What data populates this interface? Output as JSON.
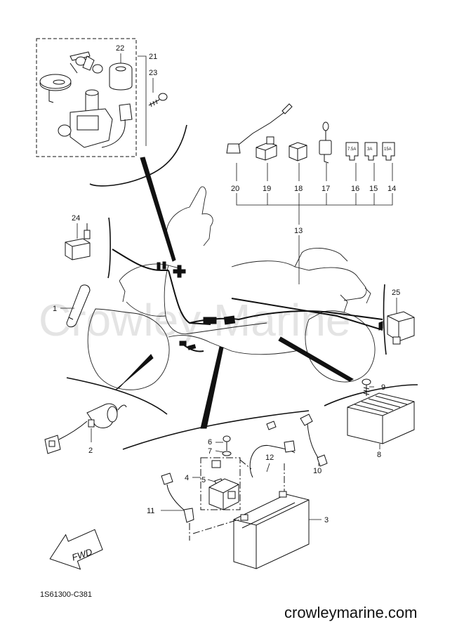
{
  "diagram": {
    "watermark": "Crowley Marine",
    "drawing_code": "1S61300-C381",
    "site": "crowleymarine.com",
    "direction_label": "FWD",
    "fuse_ratings": [
      "7.5A",
      "3A",
      "15A"
    ],
    "callouts": {
      "c1": "1",
      "c2": "2",
      "c3": "3",
      "c4": "4",
      "c5": "5",
      "c6": "6",
      "c7": "7",
      "c8": "8",
      "c9": "9",
      "c10": "10",
      "c11": "11",
      "c12": "12",
      "c13": "13",
      "c14": "14",
      "c15": "15",
      "c16": "16",
      "c17": "17",
      "c18": "18",
      "c19": "19",
      "c20": "20",
      "c21": "21",
      "c22": "22",
      "c23": "23",
      "c24": "24",
      "c25": "25"
    }
  }
}
